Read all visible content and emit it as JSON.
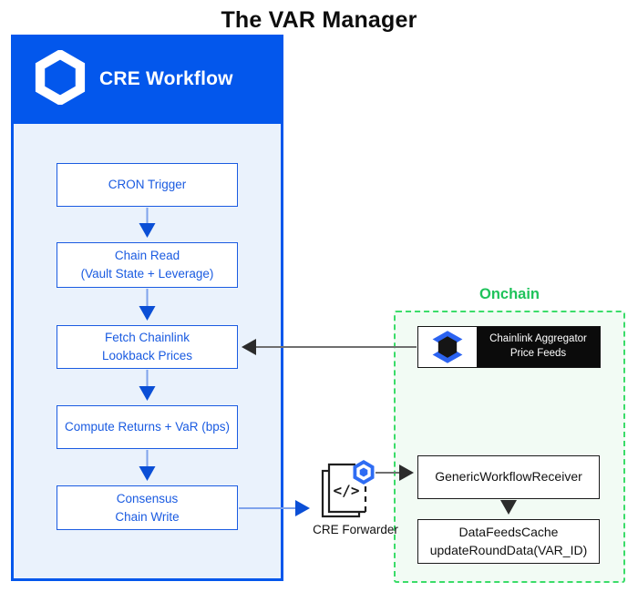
{
  "title": "The VAR Manager",
  "colors": {
    "blue": "#0357EC",
    "panel_bg": "#EAF2FC",
    "box_blue": "#1A5BE1",
    "arrow_blue": "#7FA3EC",
    "arrow_head_blue": "#0B4FD6",
    "gray": "#6F6F6F",
    "green": "#1FC35B",
    "green_border": "#3BDC69",
    "onchain_bg": "#F2FBF4",
    "badge_blue": "#2E6CF3"
  },
  "workflow_panel": {
    "header": {
      "label": "CRE Workflow",
      "logo_icon": "chainlink-hexagon-icon"
    },
    "steps": [
      {
        "line1": "CRON Trigger",
        "line2": ""
      },
      {
        "line1": "Chain Read",
        "line2": "(Vault State + Leverage)"
      },
      {
        "line1": "Fetch Chainlink",
        "line2": "Lookback Prices"
      },
      {
        "line1": "Compute Returns + VaR (bps)",
        "line2": ""
      },
      {
        "line1": "Consensus",
        "line2": "Chain Write"
      }
    ]
  },
  "forwarder": {
    "label": "CRE Forwarder",
    "code_glyph": "</>",
    "icon": "code-document-with-chainlink-badge-icon"
  },
  "onchain": {
    "label": "Onchain",
    "aggregator": {
      "line1": "Chainlink Aggregator",
      "line2": "Price Feeds",
      "logo_icon": "chainlink-data-feeds-icon"
    },
    "receiver": {
      "label": "GenericWorkflowReceiver"
    },
    "cache": {
      "line1": "DataFeedsCache",
      "line2": "updateRoundData(VAR_ID)"
    }
  }
}
